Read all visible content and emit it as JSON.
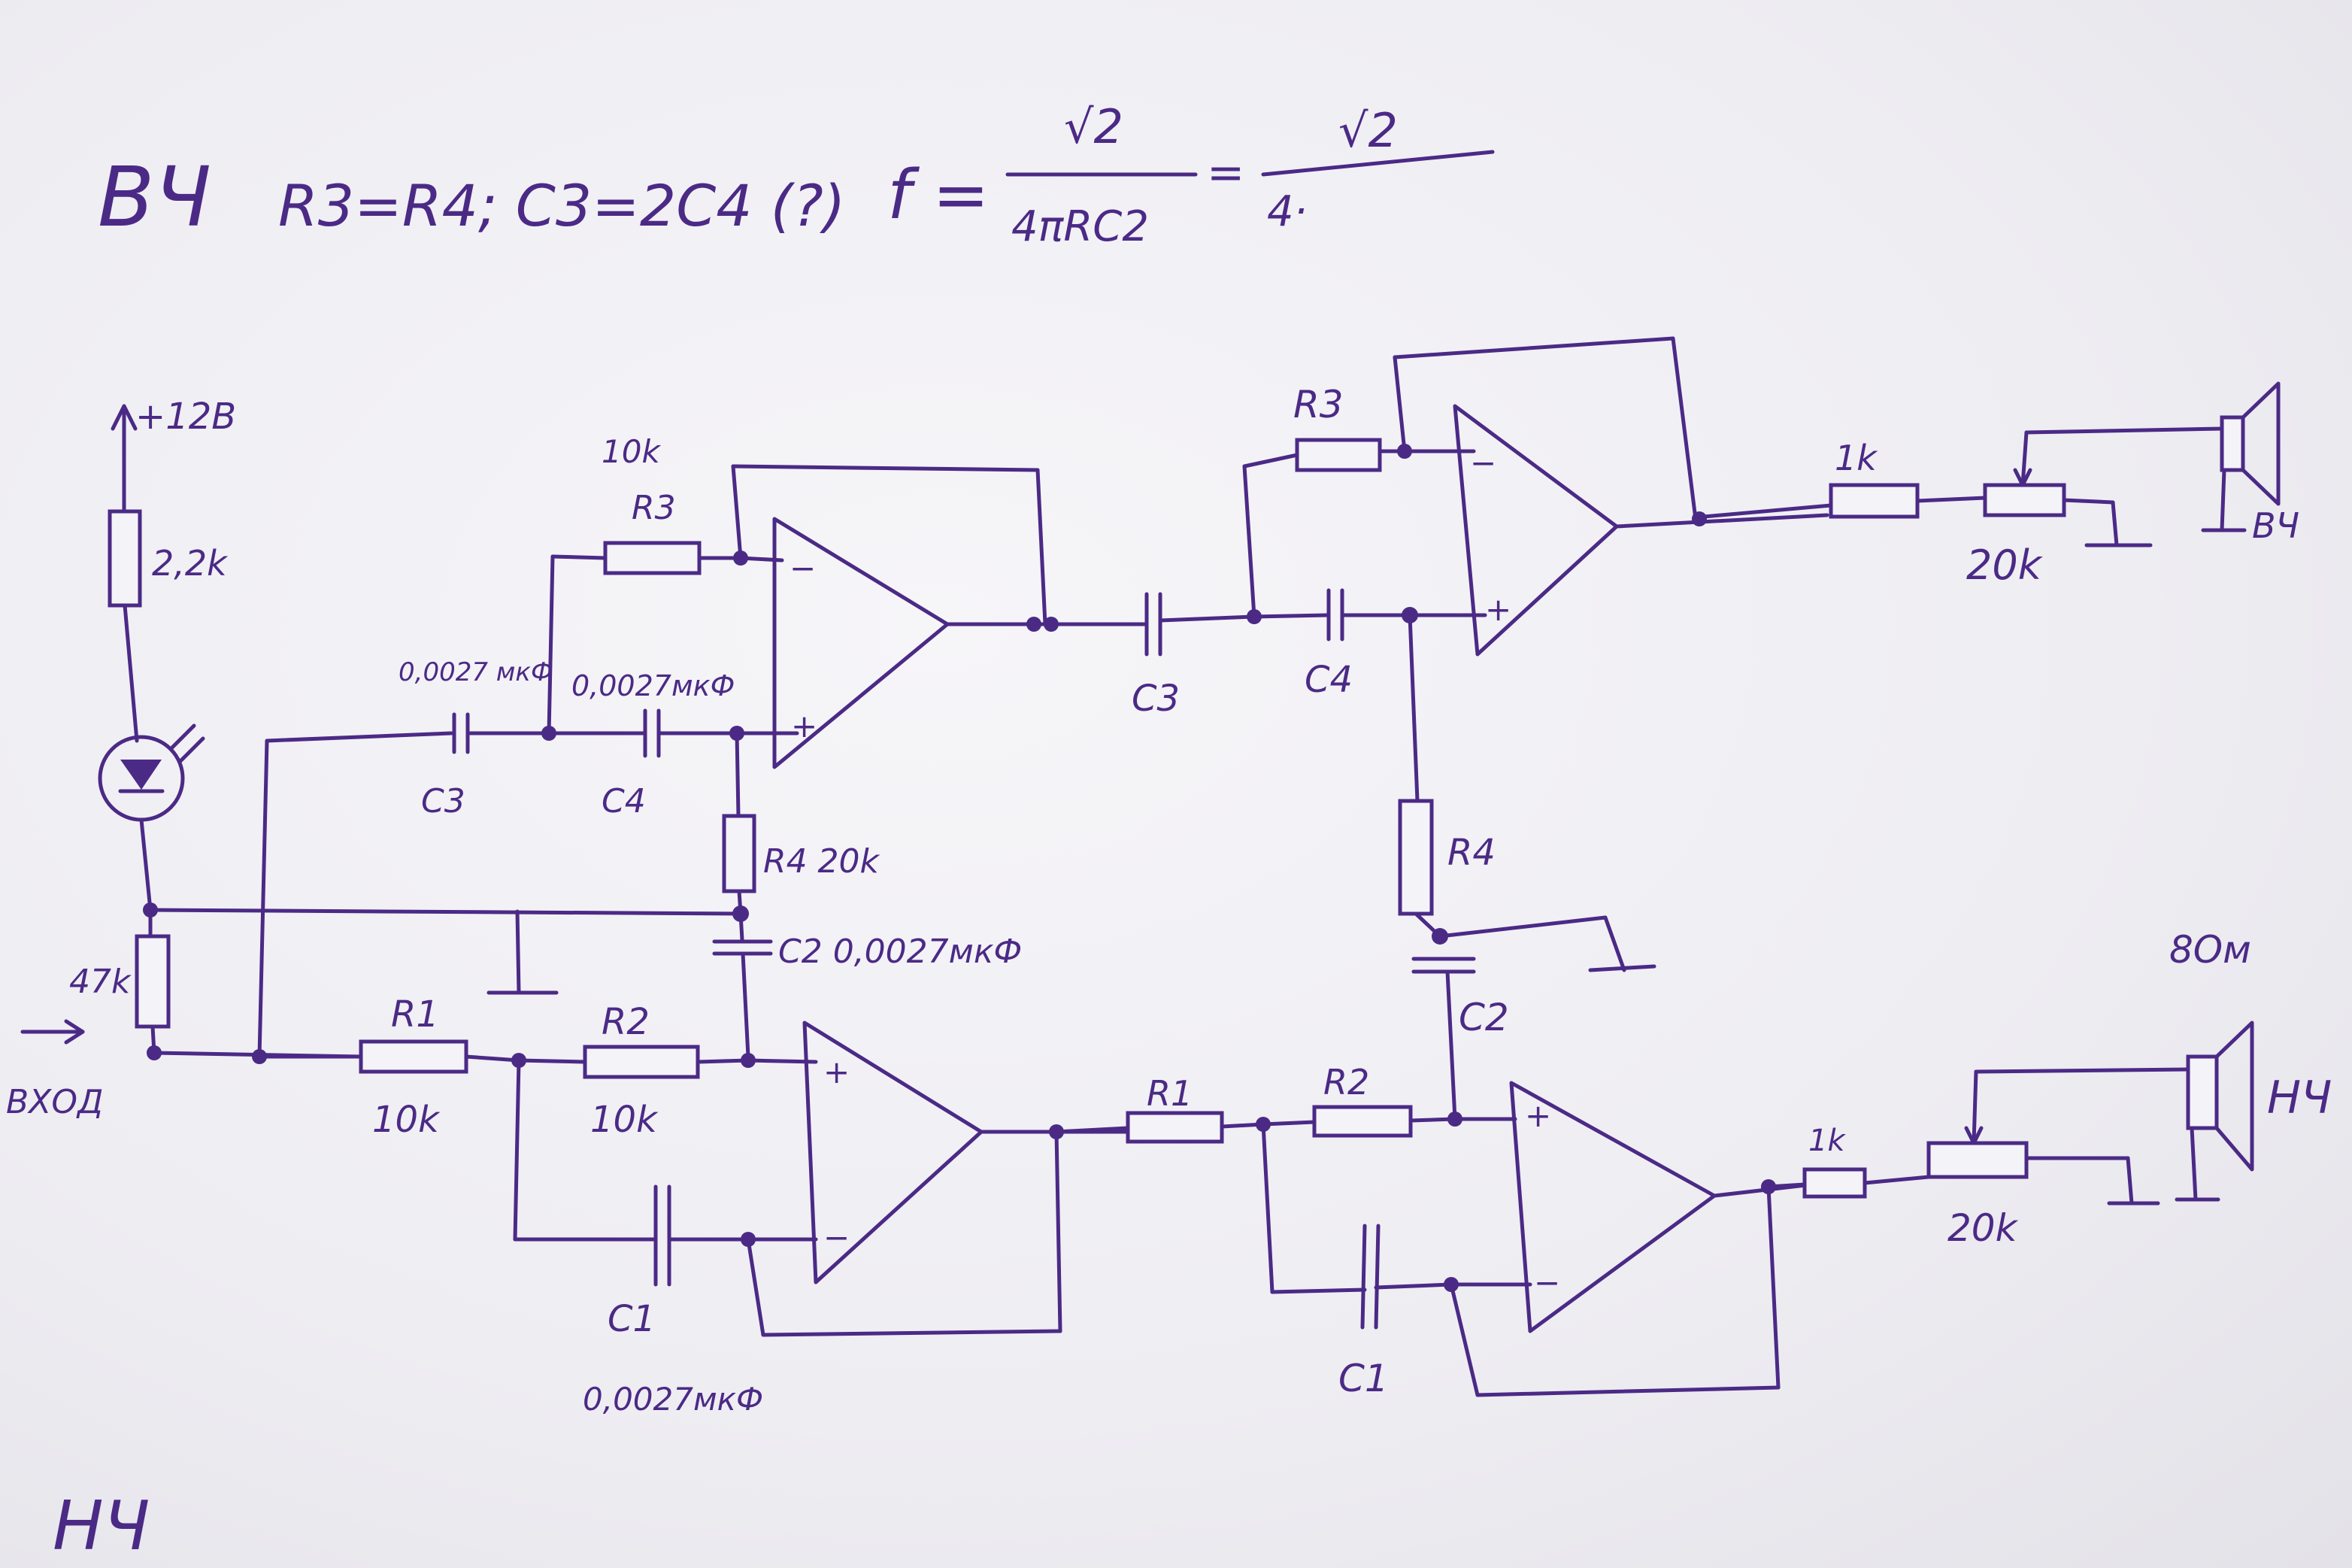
{
  "colors": {
    "ink": "#4b2a86",
    "paper": "#f2f1f5"
  },
  "header": {
    "band": "ВЧ",
    "condition": "R3=R4; C3=2C4 (?)",
    "formula_lhs": "f =",
    "formula_num1": "√2",
    "formula_den1": "4πRC2",
    "formula_eq": "=",
    "formula_num2": "√2",
    "formula_den2": "4·"
  },
  "supply": {
    "label": "+12В",
    "resistor": "2,2k"
  },
  "input": {
    "label": "ВХОД",
    "bias_resistor": "47k"
  },
  "hp_stage1": {
    "r3_value": "10k",
    "r3_name": "R3",
    "c3_value": "0,0027 мкФ",
    "c3_name": "C3",
    "c4_value": "0,0027мкФ",
    "c4_name": "C4",
    "r4_label": "R4 20k",
    "c2_label": "C2 0,0027мкФ"
  },
  "lp_stage1": {
    "r1_name": "R1",
    "r1_value": "10k",
    "r2_name": "R2",
    "r2_value": "10k",
    "c1_name": "C1",
    "c1_value": "0,0027мкФ"
  },
  "hp_stage2": {
    "c3_name": "C3",
    "c4_name": "C4",
    "r3_name": "R3",
    "r4_name": "R4",
    "c2_name": "C2"
  },
  "lp_stage2": {
    "r1_name": "R1",
    "r2_name": "R2",
    "c1_name": "C1"
  },
  "hf_output": {
    "series_r": "1k",
    "pot": "20k",
    "speaker_label": "ВЧ"
  },
  "lf_output": {
    "series_r": "1k",
    "pot": "20k",
    "speaker_label": "НЧ",
    "impedance": "8Ом"
  },
  "opamp_signs": {
    "minus": "−",
    "plus": "+"
  },
  "footer": {
    "band": "НЧ"
  }
}
